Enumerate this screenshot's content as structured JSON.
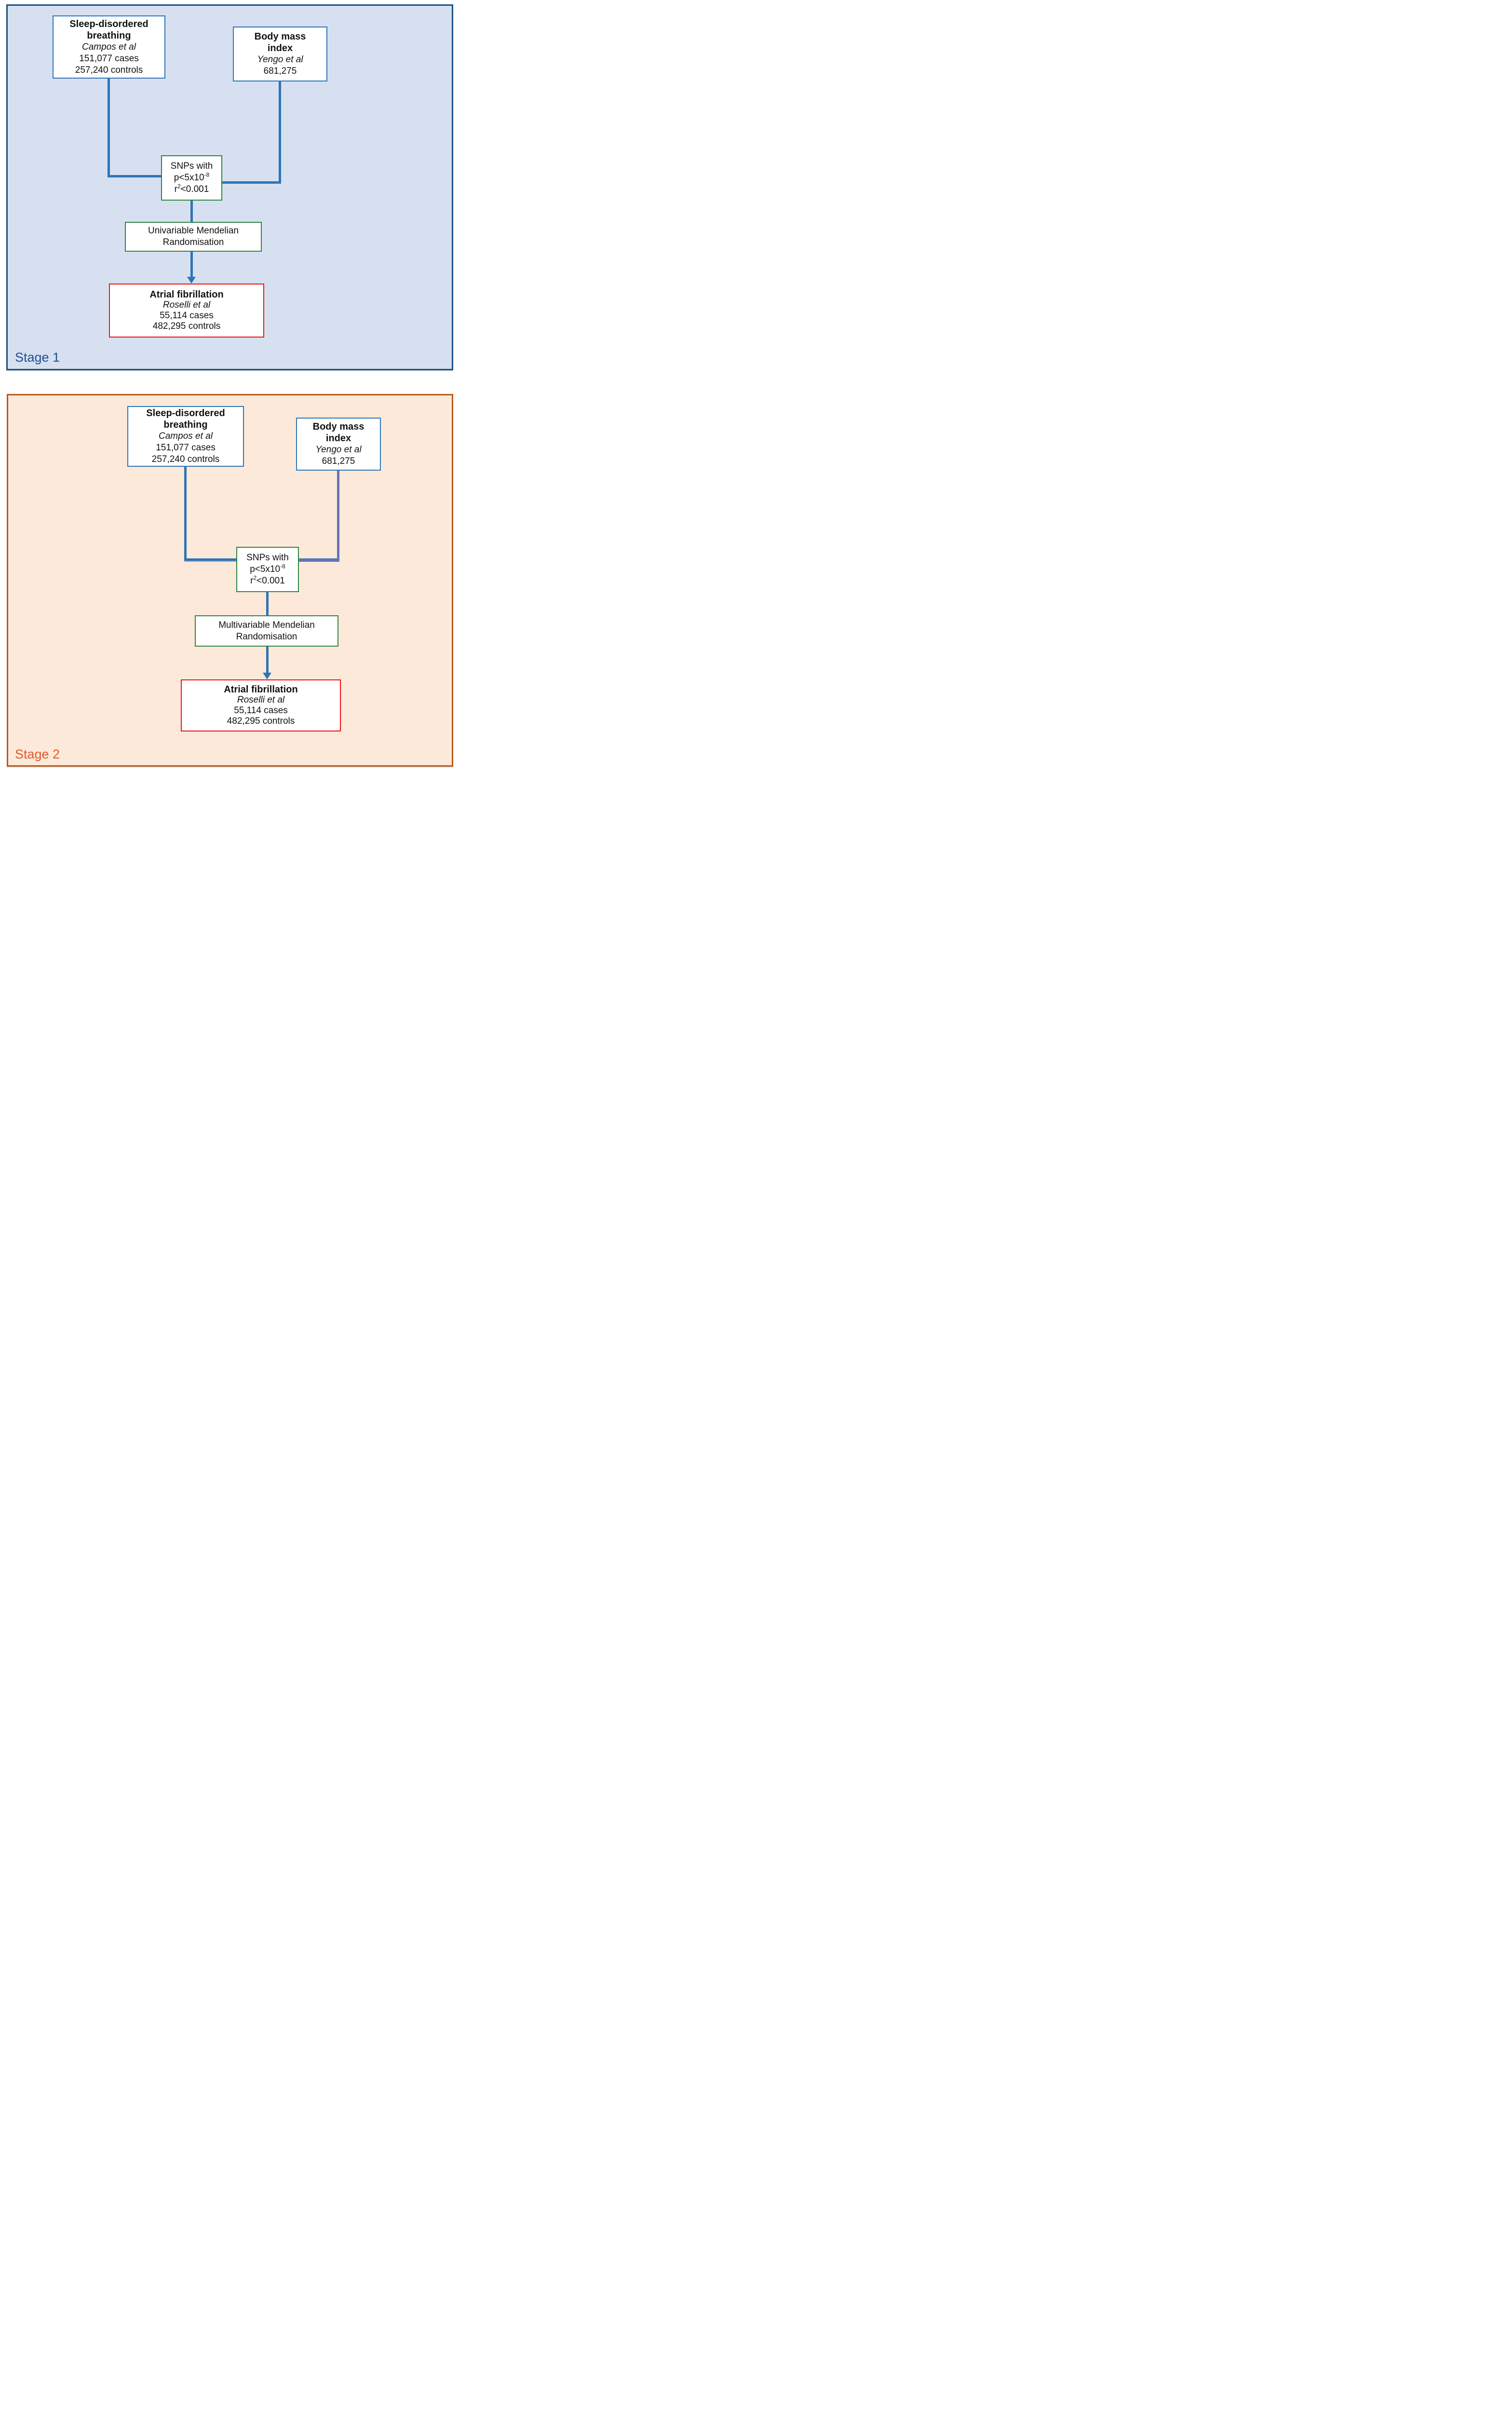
{
  "figure": {
    "colors": {
      "stage1_panel_bg": "#d6e0f0",
      "stage1_panel_border": "#175180",
      "stage1_label_color": "#1f5096",
      "stage2_panel_bg": "#fce9da",
      "stage2_panel_border": "#b5591b",
      "stage2_label_color": "#e05a2b",
      "study_box_border": "#2e75b6",
      "filter_box_border": "#2e8540",
      "outcome_box_border": "#ee1111",
      "connector_blue": "#2e75b6",
      "connector_purple": "#6673b8"
    },
    "stages": [
      {
        "label": "Stage 1",
        "exposure1": {
          "title": "Sleep-disordered\nbreathing",
          "source": "Campos et al",
          "stat1": "151,077 cases",
          "stat2": "257,240 controls"
        },
        "exposure2": {
          "title": "Body mass\nindex",
          "source": "Yengo et al",
          "stat1": "681,275"
        },
        "snp_filter": {
          "line1": "SNPs with",
          "line2_base": "p<5x10",
          "line2_sup": "-8",
          "line3_base": "r",
          "line3_sup": "2",
          "line3_rest": "<0.001"
        },
        "method": {
          "text": "Univariable Mendelian\nRandomisation"
        },
        "outcome": {
          "title": "Atrial fibrillation",
          "source": "Roselli et al",
          "stat1": "55,114 cases",
          "stat2": "482,295 controls"
        }
      },
      {
        "label": "Stage 2",
        "exposure1": {
          "title": "Sleep-disordered\nbreathing",
          "source": "Campos et al",
          "stat1": "151,077 cases",
          "stat2": "257,240 controls"
        },
        "exposure2": {
          "title": "Body mass\nindex",
          "source": "Yengo et al",
          "stat1": "681,275"
        },
        "snp_filter": {
          "line1": "SNPs with",
          "line2_base": "p<5x10",
          "line2_sup": "-8",
          "line3_base": "r",
          "line3_sup": "2",
          "line3_rest": "<0.001"
        },
        "method": {
          "text": "Multivariable Mendelian\nRandomisation"
        },
        "outcome": {
          "title": "Atrial fibrillation",
          "source": "Roselli et al",
          "stat1": "55,114 cases",
          "stat2": "482,295 controls"
        }
      }
    ]
  }
}
